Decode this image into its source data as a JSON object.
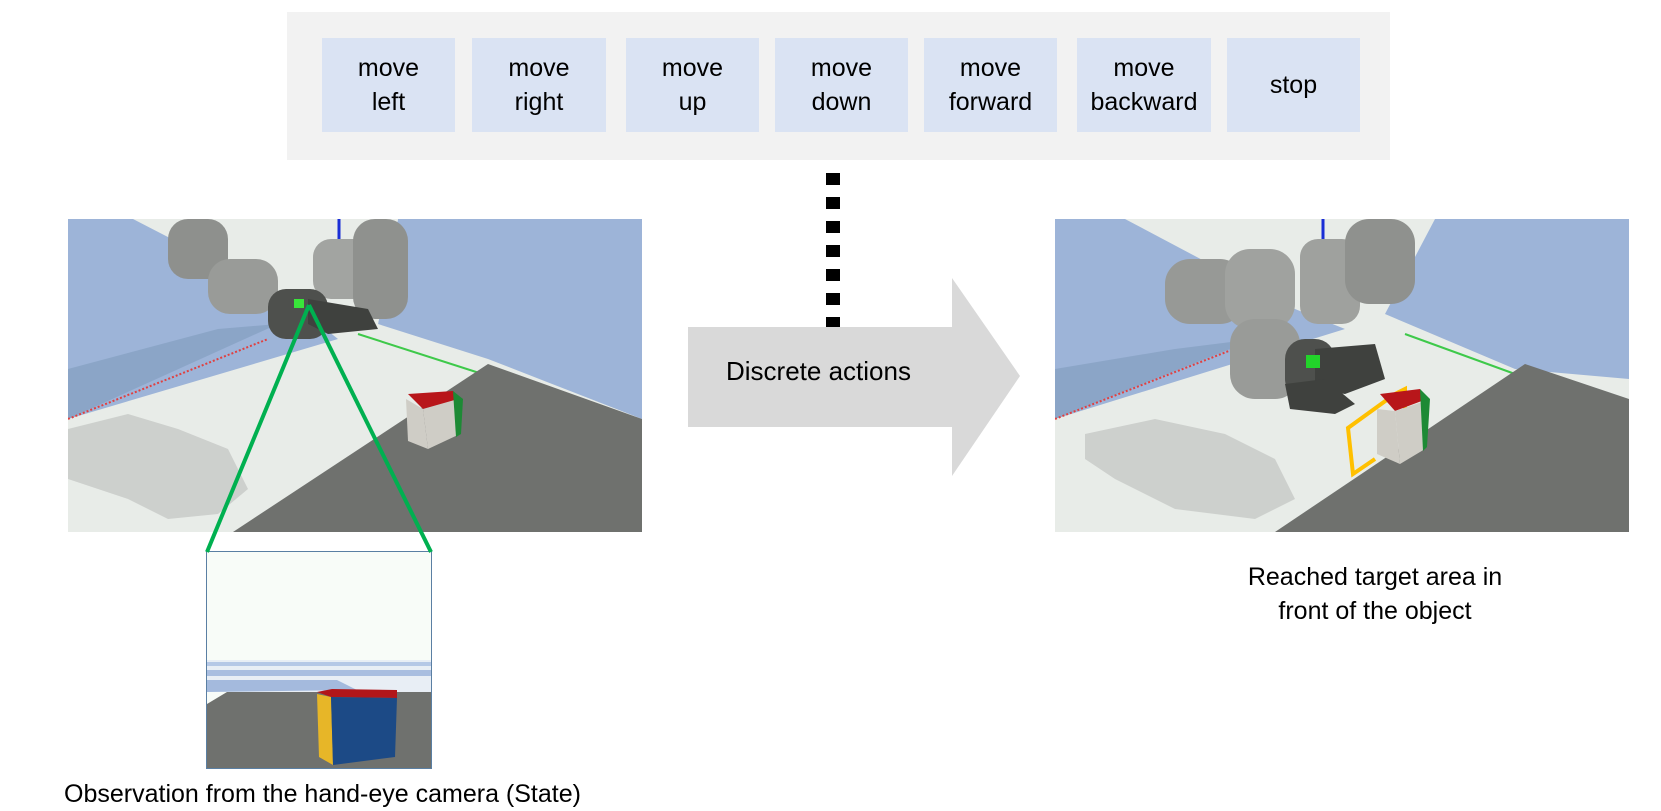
{
  "action_bar": {
    "actions": [
      {
        "label": "move\nleft"
      },
      {
        "label": "move\nright"
      },
      {
        "label": "move\nup"
      },
      {
        "label": "move\ndown"
      },
      {
        "label": "move\nforward"
      },
      {
        "label": "move\nbackward"
      },
      {
        "label": "stop"
      }
    ]
  },
  "arrow": {
    "label": "Discrete actions"
  },
  "left_panel": {
    "caption": "Observation from the hand-eye camera (State)"
  },
  "right_panel": {
    "caption": "Reached target area in\nfront of the object"
  },
  "colors": {
    "action_bar_bg": "#f2f2f2",
    "action_button_bg": "#dae3f3",
    "arrow_fill": "#d9d9d9",
    "frustum_green": "#00b050",
    "target_area_orange": "#ffc000",
    "floor_blue": "#9db4d8",
    "table_gray": "#6f716e",
    "floor_white": "#e8ece8"
  }
}
